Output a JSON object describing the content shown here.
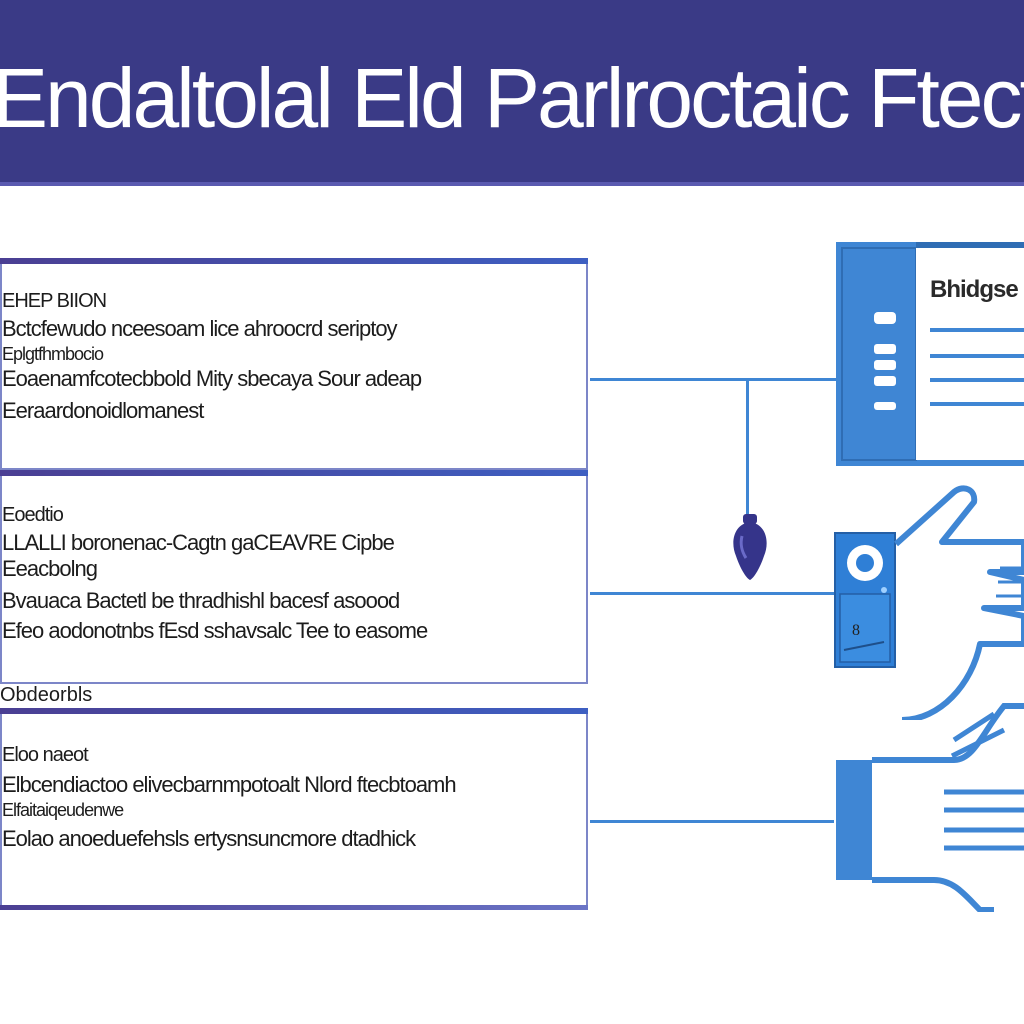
{
  "header": {
    "title": "Endaltolal Eld Parlroctaic Ftectcte"
  },
  "panels": [
    {
      "lines": [
        "EHEP BIION",
        "Bctcfewudo nceesoam lice ahroocrd seriptoy",
        "Eplgtfhmbocio",
        "Eoaenamfcotecbbold Mity sbecaya Sour adeap",
        "Eeraardonoidlomanest"
      ]
    },
    {
      "lines": [
        "Eoedtio",
        "LLALLI boronenac-Cagtn gaCEAVRE Cipbe",
        "Eeacbolng",
        "Bvauaca Bactetl be thradhishl bacesf asoood",
        "Efeo aodonotnbs fEsd sshavsalc Tee to easome"
      ]
    },
    {
      "lines": [
        "Eloo naeot",
        "Elbcendiactoo elivecbarnmpotoalt Nlord ftecbtoamh",
        "Elfaitaiqeudenwe",
        "Eolao anoeduefehsls ertysnsuncmore dtadhick"
      ]
    }
  ],
  "between_label": "Obdeorbls",
  "window": {
    "label": "Bhidgse"
  },
  "device": {
    "label": "8"
  },
  "colors": {
    "header_bg": "#3a3a86",
    "accent_blue": "#3f86d4",
    "panel_border": "#7c86c8",
    "bulb": "#35348a"
  }
}
